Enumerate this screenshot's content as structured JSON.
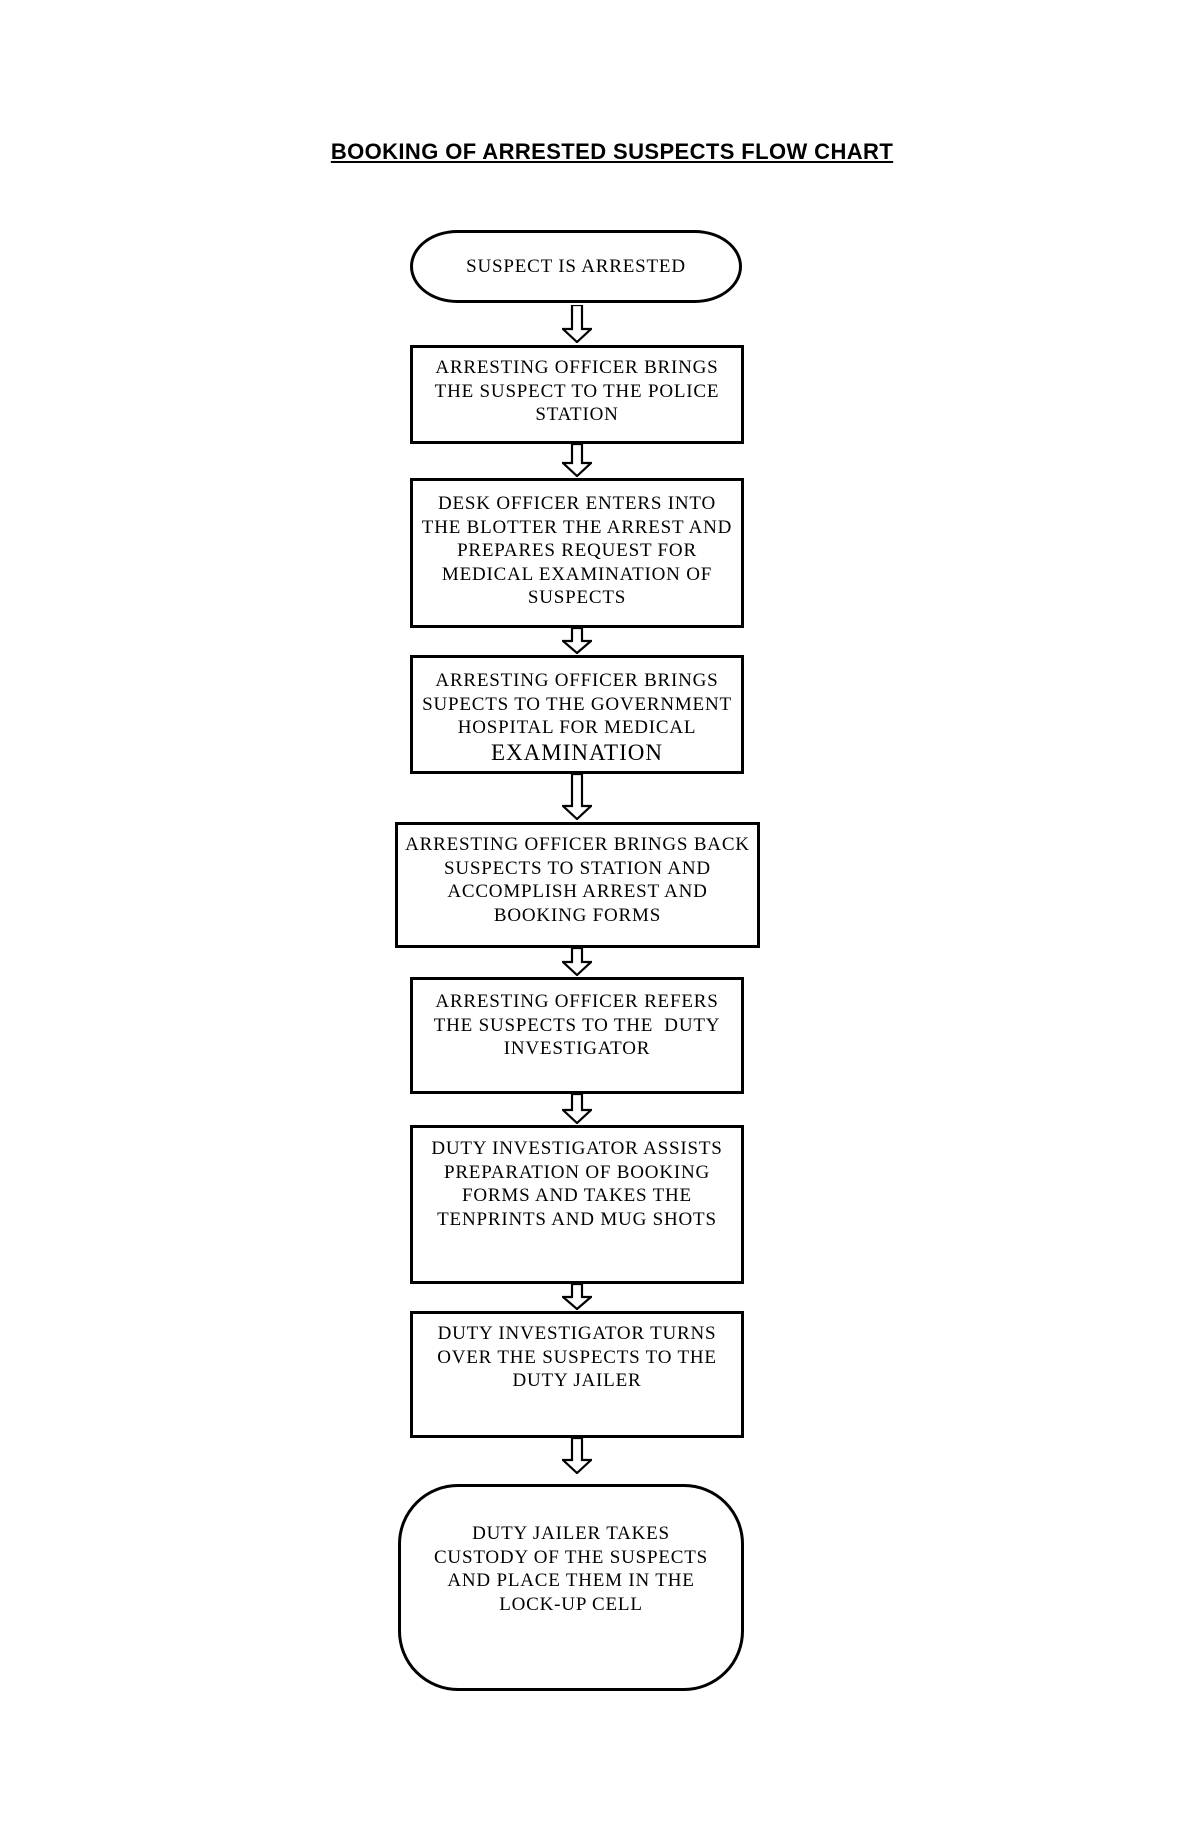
{
  "title": {
    "text": "BOOKING OF ARRESTED SUSPECTS FLOW CHART"
  },
  "flow": {
    "nodes": [
      {
        "id": "start",
        "shape": "terminator",
        "lines": [
          "SUSPECT IS ARRESTED"
        ]
      },
      {
        "id": "step-1",
        "shape": "process",
        "lines": [
          "ARRESTING OFFICER BRINGS",
          "THE SUSPECT TO THE POLICE",
          "STATION"
        ]
      },
      {
        "id": "step-2",
        "shape": "process",
        "lines": [
          "DESK OFFICER ENTERS INTO",
          "THE BLOTTER THE ARREST AND",
          "PREPARES REQUEST FOR",
          "MEDICAL EXAMINATION OF",
          "SUSPECTS"
        ]
      },
      {
        "id": "step-3",
        "shape": "process",
        "lines": [
          "ARRESTING OFFICER BRINGS",
          "SUPECTS TO THE GOVERNMENT",
          "HOSPITAL FOR MEDICAL",
          "EXAMINATION"
        ]
      },
      {
        "id": "step-4",
        "shape": "process",
        "lines": [
          "ARRESTING OFFICER BRINGS BACK",
          "SUSPECTS TO STATION AND",
          "ACCOMPLISH ARREST AND",
          "BOOKING FORMS"
        ]
      },
      {
        "id": "step-5",
        "shape": "process",
        "lines": [
          "ARRESTING OFFICER REFERS",
          "THE SUSPECTS TO THE  DUTY",
          "INVESTIGATOR"
        ]
      },
      {
        "id": "step-6",
        "shape": "process",
        "lines": [
          "DUTY INVESTIGATOR ASSISTS",
          "PREPARATION OF BOOKING",
          "FORMS AND TAKES THE",
          "TENPRINTS AND MUG SHOTS"
        ]
      },
      {
        "id": "step-7",
        "shape": "process",
        "lines": [
          "DUTY INVESTIGATOR TURNS",
          "OVER THE SUSPECTS TO THE",
          "DUTY JAILER"
        ]
      },
      {
        "id": "end",
        "shape": "terminator",
        "lines": [
          "DUTY JAILER TAKES",
          "CUSTODY OF THE SUSPECTS",
          "AND PLACE THEM IN THE",
          "LOCK-UP CELL"
        ]
      }
    ],
    "connector_icon": "down-arrow"
  },
  "colors": {
    "stroke": "#000000",
    "fill": "#ffffff"
  }
}
